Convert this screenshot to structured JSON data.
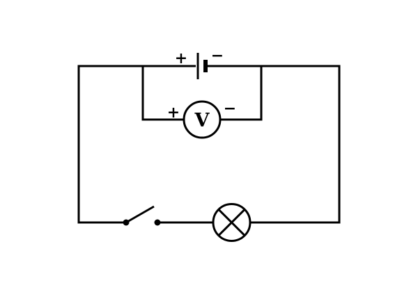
{
  "diagram": {
    "type": "electrical-circuit",
    "background_color": "#ffffff",
    "stroke_color": "#000000",
    "components": {
      "battery": {
        "name": "battery",
        "plus_label": "+",
        "minus_label": "−"
      },
      "voltmeter": {
        "name": "voltmeter",
        "symbol": "V",
        "plus_label": "+",
        "minus_label": "−",
        "connection": "parallel across battery"
      },
      "switch": {
        "name": "switch",
        "state": "open"
      },
      "lamp": {
        "name": "lamp",
        "symbol": "circle-with-cross"
      }
    }
  }
}
